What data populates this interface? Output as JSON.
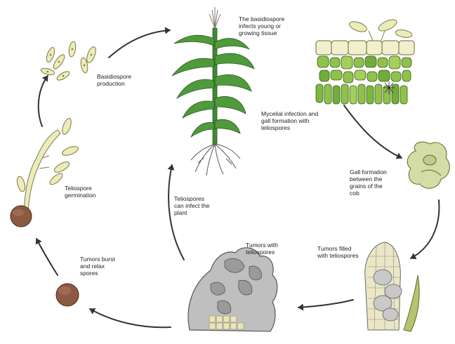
{
  "labels": {
    "basidiospore_infects": "The basidiospore\ninfects young or\ngrowing tissue",
    "basidiospore_production": "Basidiospore\nproduction",
    "mycelial_infection": "Mycelial infection and\ngall formation with\nteliospores",
    "gall_formation": "Gall formation\nbetween the\ngrains of the\ncob",
    "teliospore_germination": "Teliospore\ngermination",
    "teliospores_infect": "Teliospores\ncan infect the\nplant",
    "tumors_filled": "Tumors filled\nwith teliospores",
    "tumors_with_teliospores": "Tumors with\nteliospores",
    "tumors_burst": "Tumors burst\nand relax\nspores"
  },
  "colors": {
    "leaf_green": "#4f9a3a",
    "pale_yellow": "#ecebb9",
    "cell_green": "#8fc24a",
    "gall_green": "#d6dca6",
    "tumor_gray": "#9a9a9a",
    "spore_brown": "#7a4a32",
    "arrow": "#333333"
  },
  "icons": [
    "basidiospores",
    "corn-plant",
    "infected-tissue",
    "gall",
    "infected-ear",
    "tumorous-ear",
    "teliospore",
    "germinating-teliospore"
  ]
}
